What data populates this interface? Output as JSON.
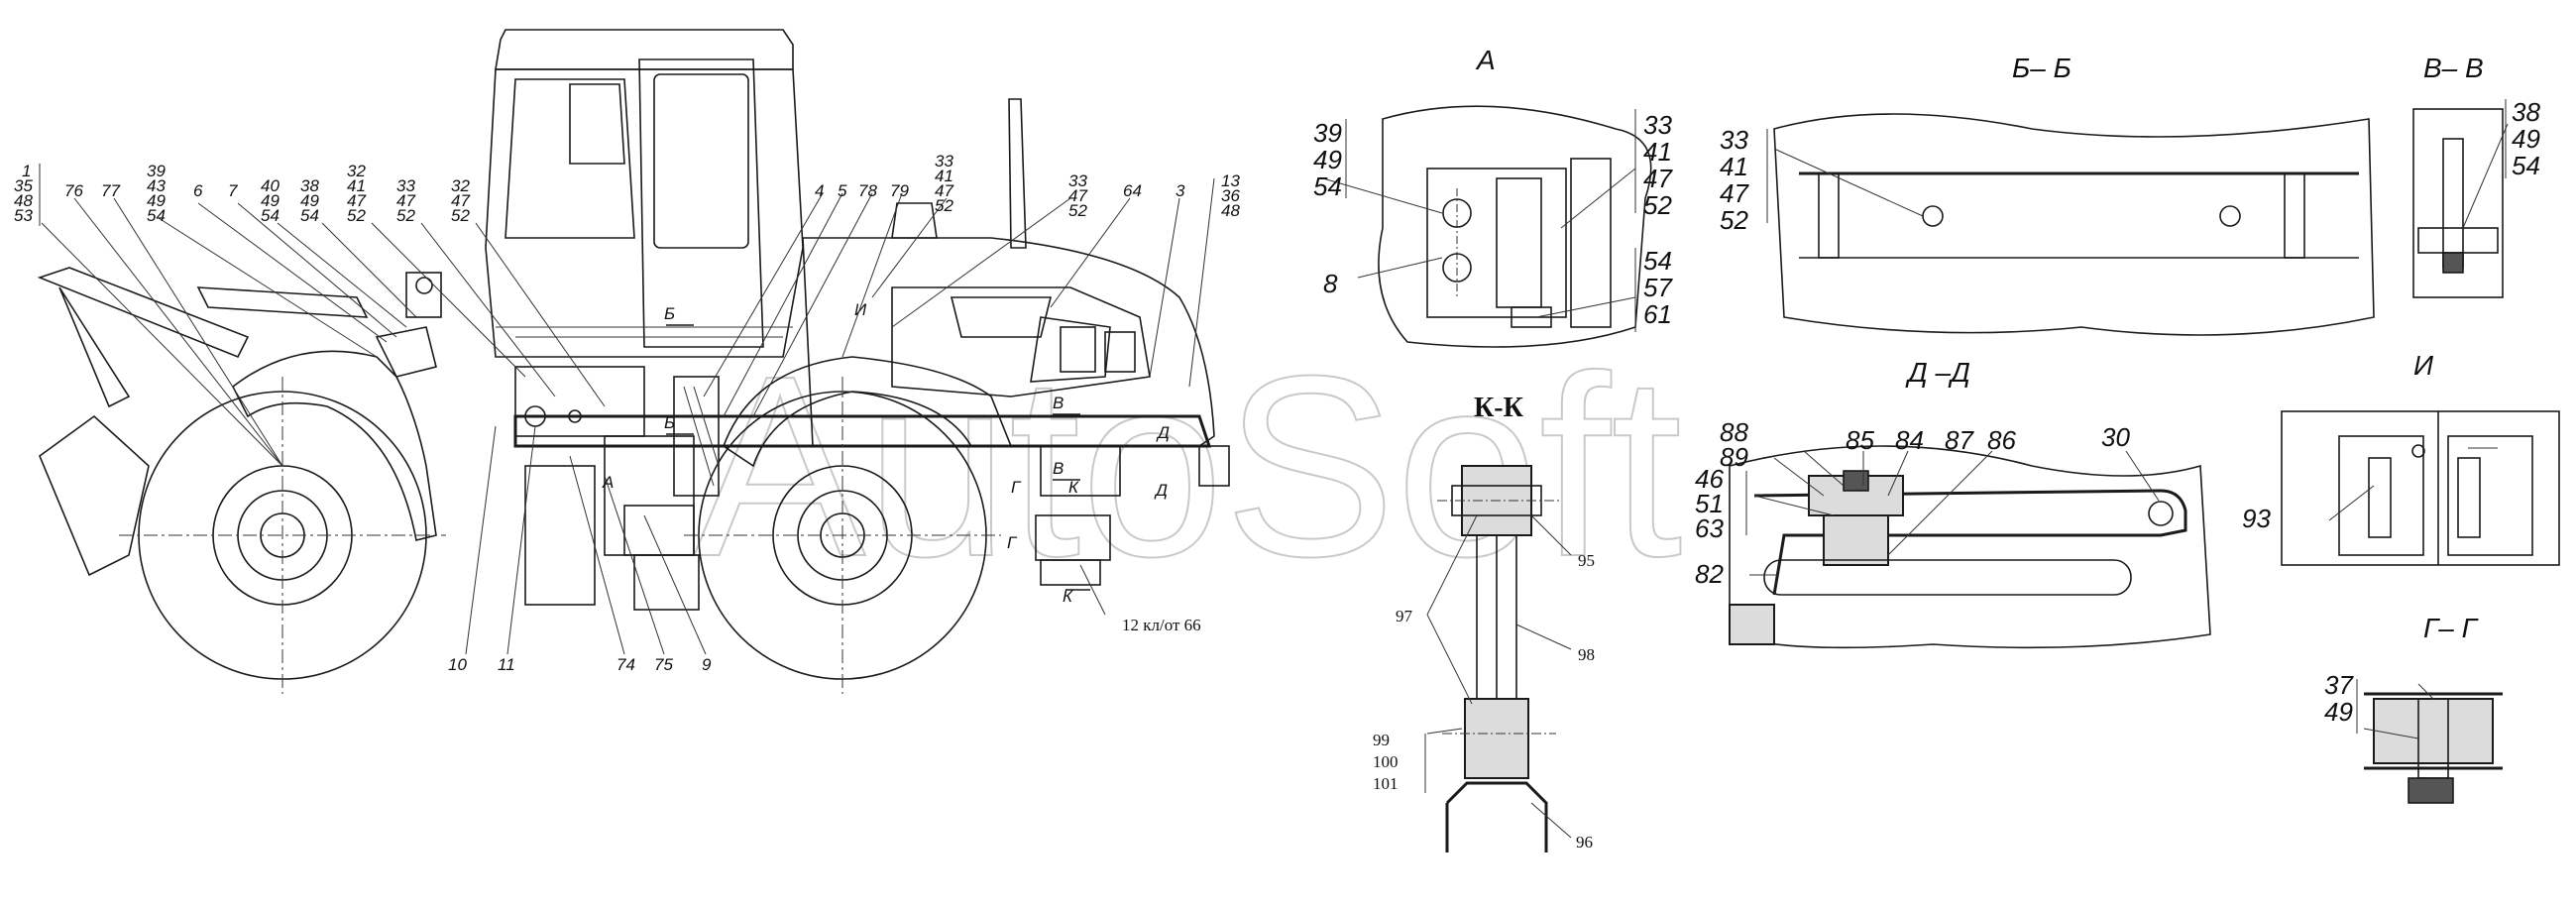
{
  "watermark": "AutoSoft",
  "main_view": {
    "callouts": {
      "c1": [
        "1",
        "35",
        "48",
        "53"
      ],
      "c76": "76",
      "c77": "77",
      "c39": [
        "39",
        "43",
        "49",
        "54"
      ],
      "c6": "6",
      "c7": "7",
      "c40": [
        "40",
        "49",
        "54"
      ],
      "c38": [
        "38",
        "49",
        "54"
      ],
      "c32a": [
        "32",
        "41",
        "47",
        "52"
      ],
      "c33a": [
        "33",
        "47",
        "52"
      ],
      "c32b": [
        "32",
        "47",
        "52"
      ],
      "c4": "4",
      "c5": "5",
      "c78": "78",
      "c79": "79",
      "c33b": [
        "33",
        "41",
        "47",
        "52"
      ],
      "c33c": [
        "33",
        "47",
        "52"
      ],
      "c64": "64",
      "c3": "3",
      "c13": [
        "13",
        "36",
        "48"
      ],
      "c10": "10",
      "c11": "11",
      "c74": "74",
      "c75": "75",
      "c9": "9",
      "c12": "12 кл/от 66"
    },
    "section_marks": [
      "Б",
      "Б",
      "И",
      "В",
      "В",
      "Г",
      "Г",
      "К",
      "К",
      "Д",
      "Д",
      "А"
    ]
  },
  "view_a": {
    "title": "А",
    "left_labels": [
      "39",
      "49",
      "54"
    ],
    "label_8": "8",
    "right_top": [
      "33",
      "41",
      "47",
      "52"
    ],
    "right_bottom": [
      "54",
      "57",
      "61"
    ]
  },
  "view_bb": {
    "title": "Б– Б",
    "labels": [
      "33",
      "41",
      "47",
      "52"
    ]
  },
  "view_vv": {
    "title": "В– В",
    "labels": [
      "38",
      "49",
      "54"
    ]
  },
  "view_kk": {
    "title": "К-К",
    "labels": {
      "l95": "95",
      "l97": "97",
      "l98": "98",
      "l96": "96",
      "group": [
        "99",
        "100",
        "101"
      ]
    }
  },
  "view_dd": {
    "title": "Д –Д",
    "top_labels": [
      "85",
      "84",
      "87",
      "86"
    ],
    "left_top": [
      "88",
      "89"
    ],
    "left_mid": [
      "46",
      "51",
      "63"
    ],
    "l30": "30",
    "l82": "82"
  },
  "view_i": {
    "title": "И",
    "l93": "93"
  },
  "view_gg": {
    "title": "Г– Г",
    "labels": [
      "37",
      "49"
    ]
  }
}
